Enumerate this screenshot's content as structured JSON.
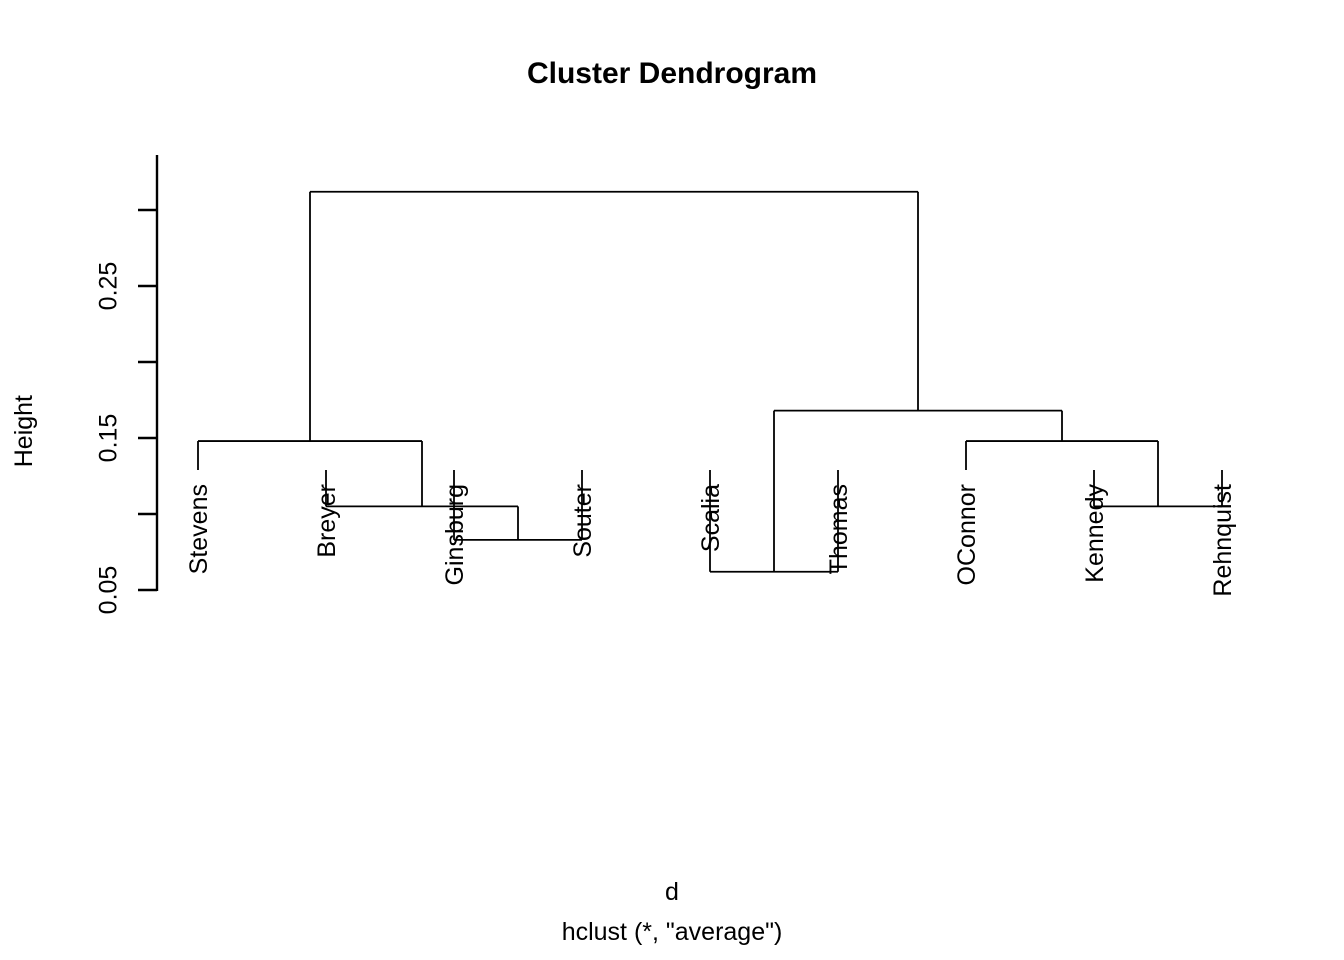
{
  "title": "Cluster Dendrogram",
  "xlabel": "d",
  "xsublabel": "hclust (*, \"average\")",
  "ylabel": "Height",
  "colors": {
    "line": "#000000",
    "background": "#ffffff",
    "text": "#000000"
  },
  "axis": {
    "ticks": [
      {
        "value": 0.05,
        "label": "0.05",
        "labeled": true
      },
      {
        "value": 0.1,
        "label": "",
        "labeled": false
      },
      {
        "value": 0.15,
        "label": "0.15",
        "labeled": true
      },
      {
        "value": 0.2,
        "label": "",
        "labeled": false
      },
      {
        "value": 0.25,
        "label": "0.25",
        "labeled": true
      },
      {
        "value": 0.3,
        "label": "",
        "labeled": false
      }
    ]
  },
  "chart_data": {
    "type": "dendrogram",
    "title": "Cluster Dendrogram",
    "xlabel": "d",
    "sublabel": "hclust (*, \"average\")",
    "ylabel": "Height",
    "method": "average",
    "ylim": [
      0.025,
      0.325
    ],
    "grid": false,
    "legend": "none",
    "leaf_order": [
      "Stevens",
      "Breyer",
      "Ginsburg",
      "Souter",
      "Scalia",
      "Thomas",
      "OConnor",
      "Kennedy",
      "Rehnquist"
    ],
    "leaves": [
      {
        "name": "Stevens",
        "position": 1
      },
      {
        "name": "Breyer",
        "position": 2
      },
      {
        "name": "Ginsburg",
        "position": 3
      },
      {
        "name": "Souter",
        "position": 4
      },
      {
        "name": "Scalia",
        "position": 5
      },
      {
        "name": "Thomas",
        "position": 6
      },
      {
        "name": "OConnor",
        "position": 7
      },
      {
        "name": "Kennedy",
        "position": 8
      },
      {
        "name": "Rehnquist",
        "position": 9
      }
    ],
    "merges": [
      {
        "id": "m1",
        "left": "Scalia",
        "right": "Thomas",
        "height": 0.062
      },
      {
        "id": "m2",
        "left": "Ginsburg",
        "right": "Souter",
        "height": 0.083
      },
      {
        "id": "m3",
        "left": "Breyer",
        "right": "m2",
        "height": 0.105
      },
      {
        "id": "m4",
        "left": "Kennedy",
        "right": "Rehnquist",
        "height": 0.105
      },
      {
        "id": "m5",
        "left": "Stevens",
        "right": "m3",
        "height": 0.148
      },
      {
        "id": "m6",
        "left": "OConnor",
        "right": "m4",
        "height": 0.148
      },
      {
        "id": "m7",
        "left": "m1",
        "right": "m6",
        "height": 0.168
      },
      {
        "id": "m8",
        "left": "m5",
        "right": "m7",
        "height": 0.312
      }
    ],
    "axis_ticks": [
      0.05,
      0.1,
      0.15,
      0.2,
      0.25,
      0.3
    ],
    "axis_tick_labels": [
      "0.05",
      "",
      "0.15",
      "",
      "0.25",
      ""
    ]
  }
}
